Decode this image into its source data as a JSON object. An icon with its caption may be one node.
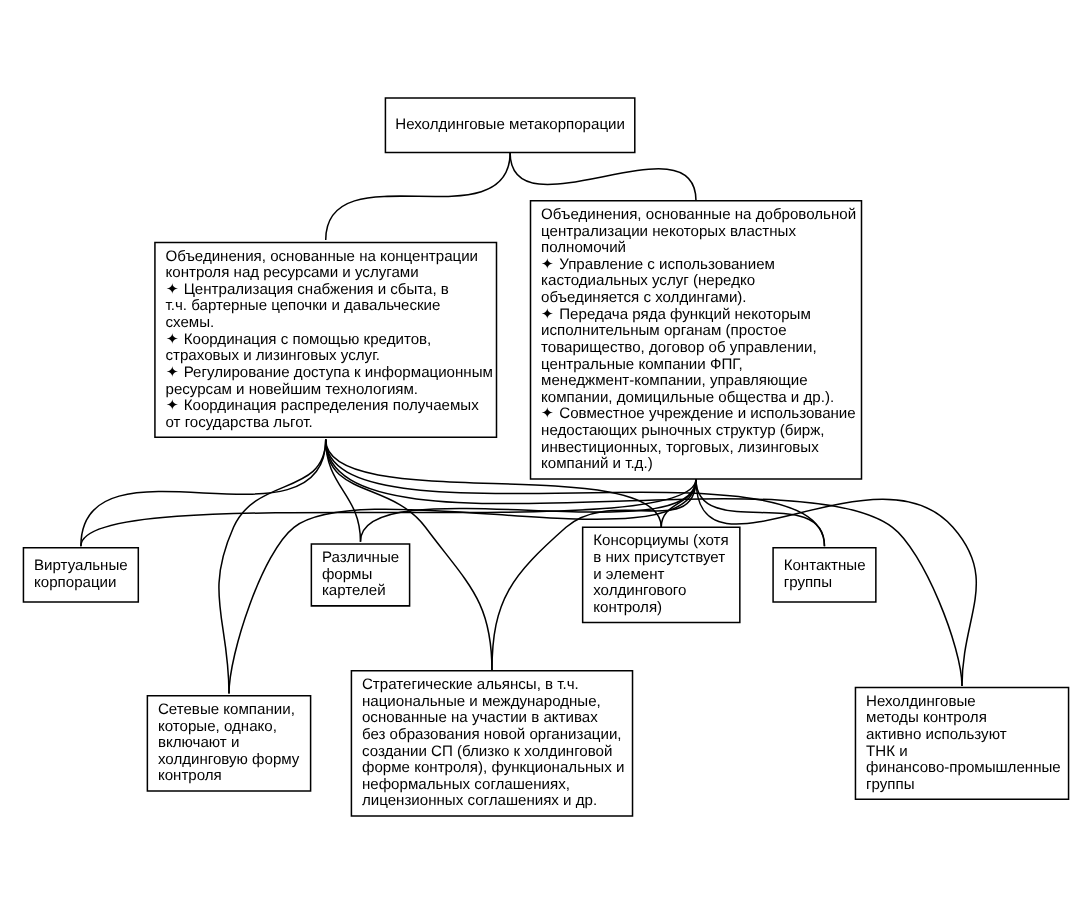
{
  "diagram": {
    "nodes": [
      {
        "text": [
          "Нехолдинговые метакорпорации"
        ]
      },
      {
        "text": [
          "Объединения, основанные на концентрации контроля над ресурсами и услугами",
          "✦ Централизация снабжения и сбыта, в т.ч. бартерные цепочки и давальческие схемы.",
          "✦ Координация с помощью кредитов, страховых и лизинговых услуг.",
          "✦ Регулирование доступа к информационным ресурсам и новейшим технологиям.",
          "✦ Координация распределения получаемых от государства льгот."
        ]
      },
      {
        "text": [
          "Объединения, основанные на добровольной централизации некоторых властных полномочий",
          "✦ Управление с использованием кастодиальных услуг (нередко объединяется с холдингами).",
          "✦ Передача ряда функций некоторым исполнительным органам (простое товарищество, договор об управлении, центральные компании ФПГ, менеджмент-компании, управляющие компании, домицильные общества и др.).",
          "✦ Совместное учреждение и использование недостающих рыночных структур (бирж, инвестиционных, торговых, лизинговых компаний и т.д.)"
        ]
      },
      {
        "text": [
          "Виртуальные корпорации"
        ]
      },
      {
        "text": [
          "Сетевые компании, которые, однако, включают и холдинговую форму контроля"
        ]
      },
      {
        "text": [
          "Различные формы картелей"
        ]
      },
      {
        "text": [
          "Стратегические альянсы, в т.ч. национальные и международные, основанные на участии в активах без образования новой организации, создании СП (близко к холдинговой форме контроля), функциональных и неформальных соглашениях, лицензионных соглашениях и др."
        ]
      },
      {
        "text": [
          "Консорциумы (хотя в них присутствует и элемент холдингового контроля)"
        ]
      },
      {
        "text": [
          "Контактные группы"
        ]
      },
      {
        "text": [
          "Нехолдинговые методы контроля активно используют ТНК и финансово-промышленные группы"
        ]
      }
    ],
    "edges": [
      {
        "from": 0,
        "to": 1,
        "arrow": "none"
      },
      {
        "from": 0,
        "to": 2,
        "arrow": "none"
      },
      {
        "from": 1,
        "to": 3,
        "arrow": "none"
      },
      {
        "from": 1,
        "to": 4,
        "arrow": "none"
      },
      {
        "from": 1,
        "to": 5,
        "arrow": "none"
      },
      {
        "from": 1,
        "to": 6,
        "arrow": "none"
      },
      {
        "from": 1,
        "to": 7,
        "arrow": "none"
      },
      {
        "from": 1,
        "to": 8,
        "arrow": "none"
      },
      {
        "from": 1,
        "to": 9,
        "arrow": "none"
      },
      {
        "from": 2,
        "to": 3,
        "arrow": "none"
      },
      {
        "from": 2,
        "to": 4,
        "arrow": "none"
      },
      {
        "from": 2,
        "to": 5,
        "arrow": "none"
      },
      {
        "from": 2,
        "to": 6,
        "arrow": "none"
      },
      {
        "from": 2,
        "to": 7,
        "arrow": "none"
      },
      {
        "from": 2,
        "to": 8,
        "arrow": "none"
      },
      {
        "from": 2,
        "to": 9,
        "arrow": "none"
      }
    ]
  }
}
